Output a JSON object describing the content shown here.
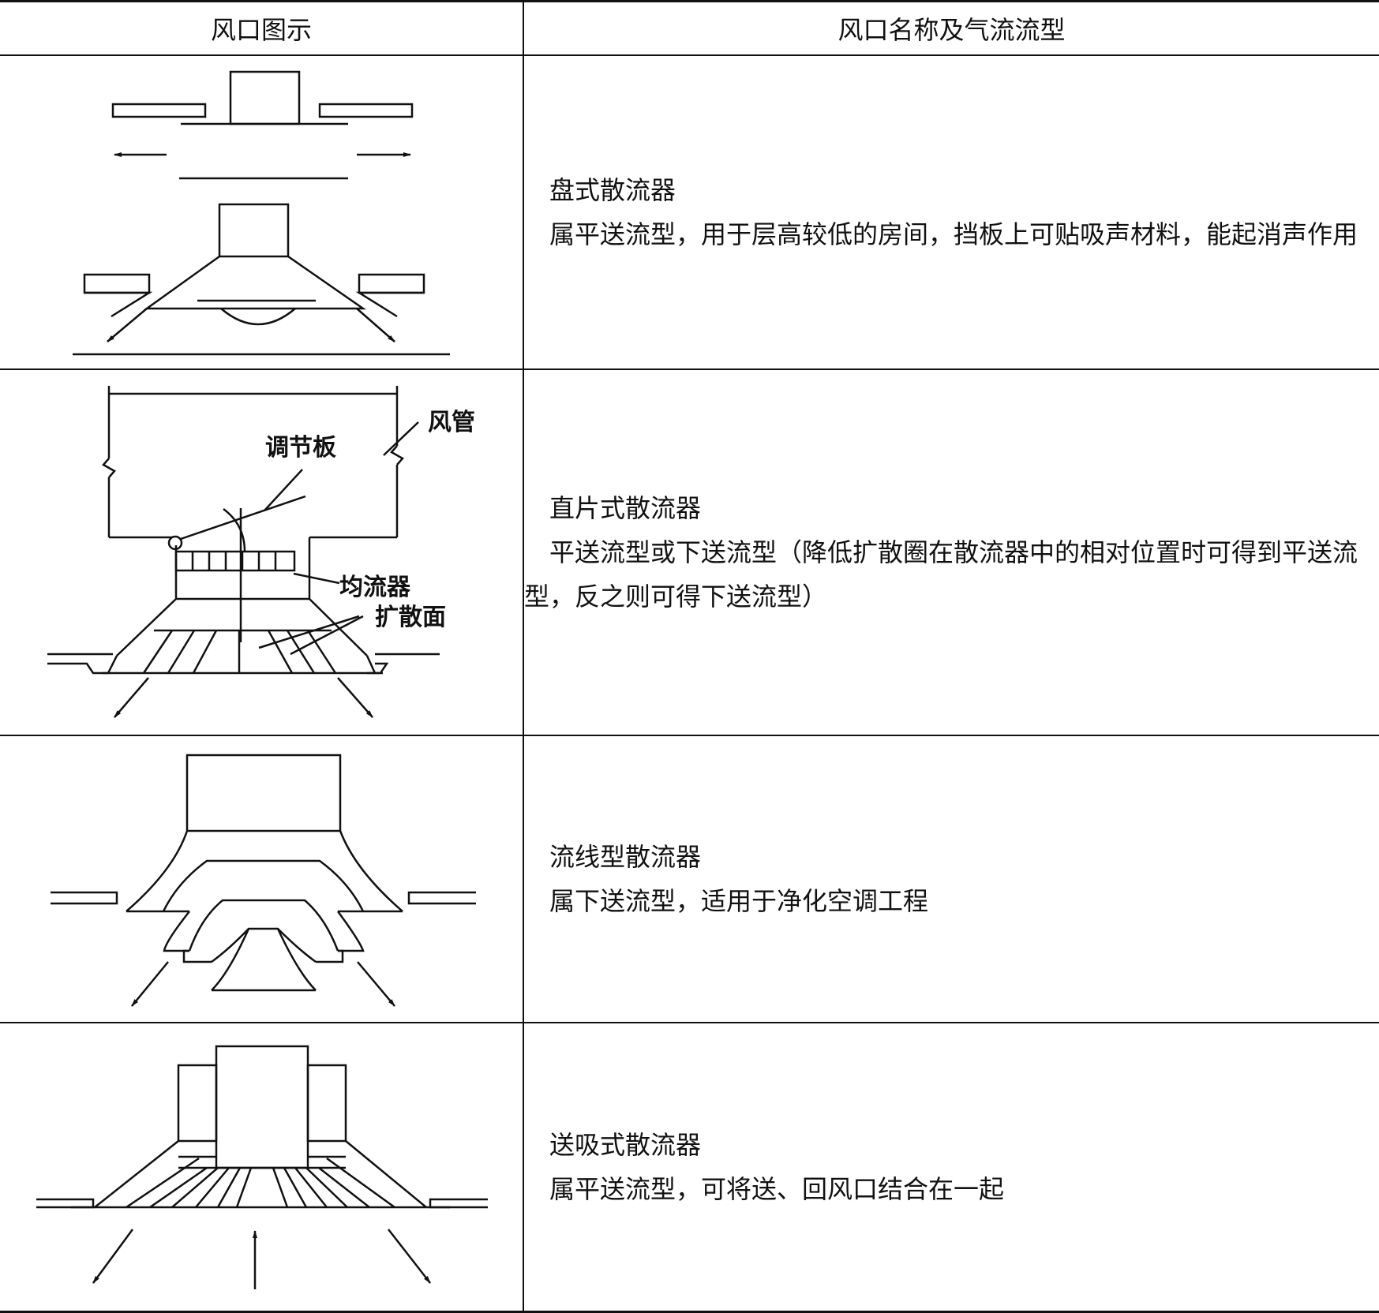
{
  "table": {
    "headers": [
      "风口图示",
      "风口名称及气流流型"
    ],
    "rows": [
      {
        "name": "盘式散流器",
        "description": "属平送流型，用于层高较低的房间，挡板上可贴吸声材料，能起消声作用",
        "figure_labels": {}
      },
      {
        "name": "直片式散流器",
        "description": "平送流型或下送流型（降低扩散圈在散流器中的相对位置时可得到平送流型，反之则可得下送流型）",
        "figure_labels": {
          "duct": "风管",
          "damper": "调节板",
          "equalizer": "均流器",
          "diffuser_surface": "扩散面"
        }
      },
      {
        "name": "流线型散流器",
        "description": "属下送流型，适用于净化空调工程",
        "figure_labels": {}
      },
      {
        "name": "送吸式散流器",
        "description": "属平送流型，可将送、回风口结合在一起",
        "figure_labels": {}
      }
    ]
  }
}
